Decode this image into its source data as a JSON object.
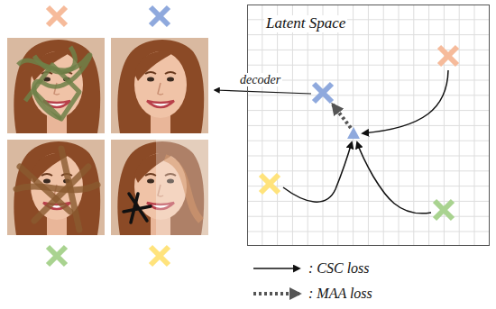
{
  "diagram": {
    "nodes": [
      {
        "text": [
          "Latent Space"
        ]
      }
    ],
    "labels": [
      "decoder"
    ],
    "legend": [
      {
        "text": ": CSC loss"
      },
      {
        "text": ": MAA loss"
      }
    ]
  }
}
